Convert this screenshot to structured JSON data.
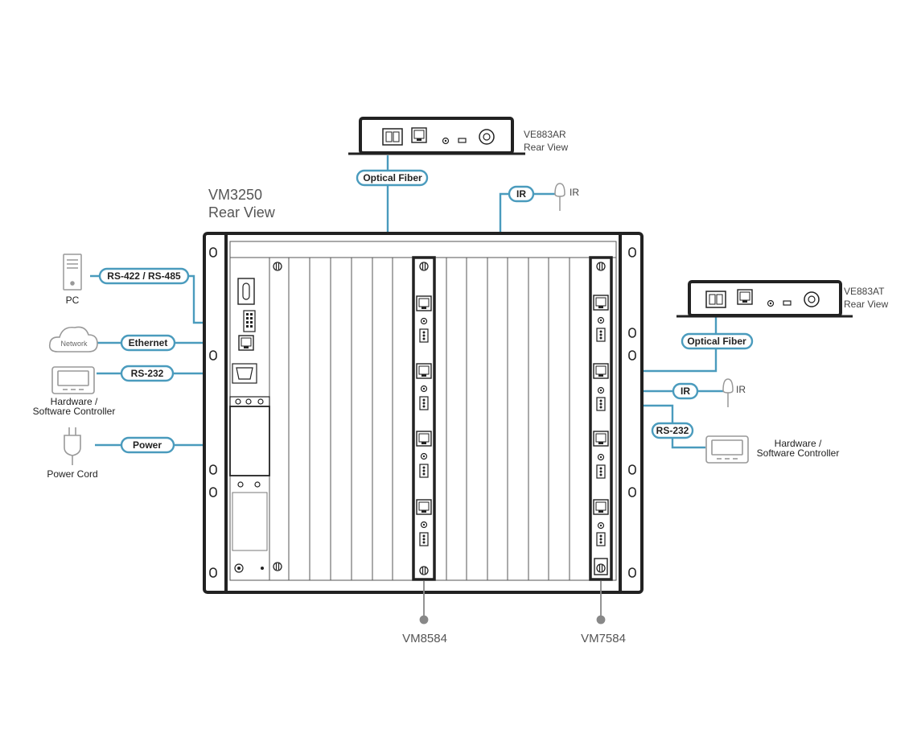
{
  "colors": {
    "cable": "#4a9bbd",
    "chassis": "#222222",
    "device_gray": "#999999"
  },
  "chassis": {
    "name": "VM3250",
    "view": "Rear View"
  },
  "receiver": {
    "name": "VE883AR",
    "view": "Rear View"
  },
  "transmitter": {
    "name": "VE883AT",
    "view": "Rear View"
  },
  "cards": {
    "left": "VM8584",
    "right": "VM7584"
  },
  "left_devices": {
    "pc": "PC",
    "network": "Network",
    "controller_line1": "Hardware /",
    "controller_line2": "Software Controller",
    "power_cord": "Power Cord"
  },
  "right_devices": {
    "ir": "IR",
    "controller_line1": "Hardware /",
    "controller_line2": "Software Controller"
  },
  "top_ir": "IR",
  "connections": {
    "rs422": "RS-422 / RS-485",
    "ethernet": "Ethernet",
    "rs232_left": "RS-232",
    "power": "Power",
    "fiber_top": "Optical Fiber",
    "ir_top": "IR",
    "fiber_right": "Optical Fiber",
    "ir_right": "IR",
    "rs232_right": "RS-232"
  },
  "icons": [
    "pc-tower-icon",
    "network-cloud-icon",
    "controller-icon",
    "power-plug-icon",
    "ir-sensor-icon",
    "rj45-port-icon",
    "fiber-port-icon"
  ]
}
